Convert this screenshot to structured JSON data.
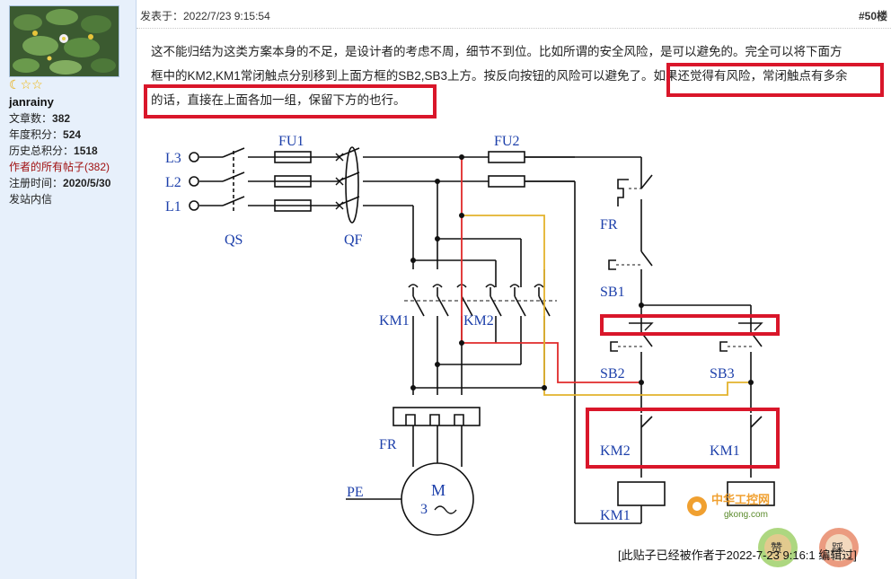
{
  "user": {
    "username": "janrainy",
    "stats": [
      {
        "label": "文章数：",
        "value": "382"
      },
      {
        "label": "年度积分：",
        "value": "524"
      },
      {
        "label": "历史总积分：",
        "value": "1518"
      }
    ],
    "all_posts_link": {
      "label": "作者的所有帖子",
      "count": "(382)"
    },
    "register": {
      "label": "注册时间：",
      "value": "2020/5/30"
    },
    "message_link": "发站内信"
  },
  "post": {
    "time_text": "发表于：2022/7/23 9:15:54",
    "floor": "#50楼",
    "lines": [
      "这不能归结为这类方案本身的不足，是设计者的考虑不周，细节不到位。比如所谓的安全风险，是可以避免的。完全可以将下面方",
      "框中的KM2,KM1常闭触点分别移到上面方框的SB2,SB3上方。按反向按钮的风险可以避免了。如果还觉得有风险，常闭触点有多余",
      "的话，直接在上面各加一组，保留下方的也行。"
    ],
    "edit_note": "[此贴子已经被作者于2022-7-23 9:16:1 编辑过]"
  },
  "diagram_labels": {
    "L3": "L3",
    "L2": "L2",
    "L1": "L1",
    "FU1": "FU1",
    "FU2": "FU2",
    "QS": "QS",
    "QF": "QF",
    "KM1_main": "KM1",
    "KM2_main": "KM2",
    "FR_main": "FR",
    "FR_ctrl": "FR",
    "SB1": "SB1",
    "SB2": "SB2",
    "SB3": "SB3",
    "KM2_nc": "KM2",
    "KM1_nc": "KM1",
    "KM1_coil": "KM1",
    "PE": "PE",
    "motor_M": "M",
    "motor_3": "3",
    "watermark": "中华工控网",
    "watermark_url": "gkong.com",
    "like_badge": "赞",
    "fav_badge": "踩"
  },
  "colors": {
    "highlight": "#d9162a",
    "wire": "#111111",
    "wire_red": "#e02a2a",
    "wire_yellow": "#e3b22c",
    "label_blue": "#1c3faa",
    "sidebar_bg": "#e7f0fb"
  }
}
